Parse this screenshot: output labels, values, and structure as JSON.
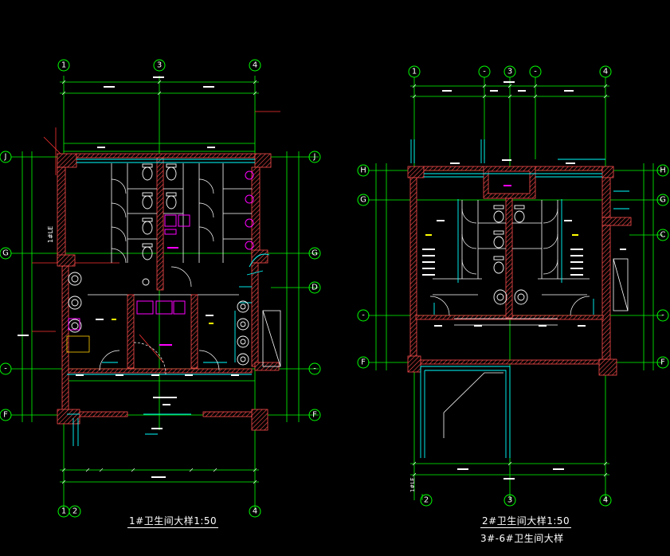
{
  "drawing": {
    "background": "#000000",
    "colors": {
      "grid_green": "#00ff00",
      "wall_hatch": "#ff5555",
      "fixture_white": "#ffffff",
      "cyan": "#00ffff",
      "magenta": "#ff00ff",
      "yellow": "#ffff00",
      "red": "#ff0000"
    }
  },
  "plan1": {
    "title": "1#卫生间大样1:50",
    "axes_top": [
      "1",
      "3",
      "4"
    ],
    "axes_bottom": [
      "1",
      "2",
      "4"
    ],
    "axes_left": [
      "J",
      "G",
      "-",
      "F"
    ],
    "axes_right": [
      "J",
      "G",
      "D",
      "-",
      "F"
    ],
    "side_label": "1#LE"
  },
  "plan2": {
    "title": "2#卫生间大样1:50",
    "subtitle": "3#-6#卫生间大样",
    "axes_top": [
      "1",
      "-",
      "3",
      "-",
      "4"
    ],
    "axes_bottom": [
      "2",
      "3",
      "4"
    ],
    "axes_left": [
      "H",
      "G",
      "-",
      "F"
    ],
    "axes_right": [
      "H",
      "G",
      "C",
      "-",
      "F"
    ],
    "side_label": "1#LE"
  }
}
